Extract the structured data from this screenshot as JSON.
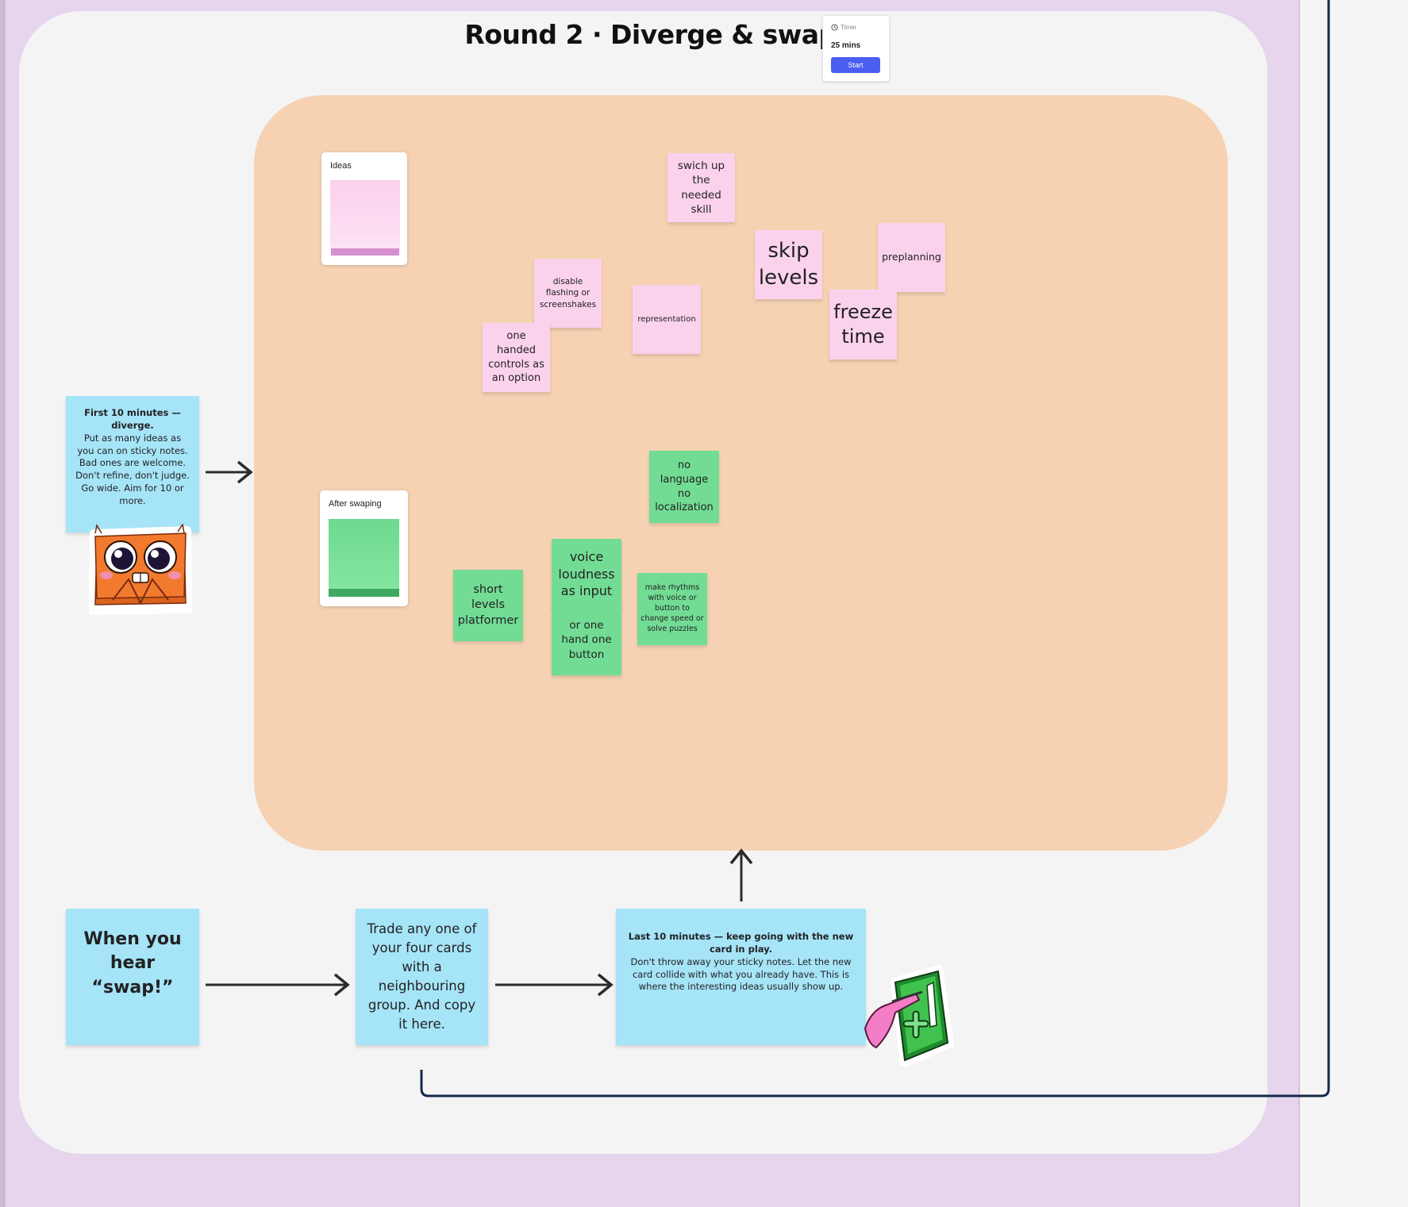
{
  "board": {
    "title": "Round 2 · Diverge & swap"
  },
  "timer": {
    "label": "Timer",
    "duration": "25 mins",
    "start_label": "Start",
    "icon": "clock-icon",
    "button_color": "#4a5ef0"
  },
  "legend": {
    "ideas_label": "Ideas",
    "ideas_color": "#fbd2ec",
    "after_label": "After swaping",
    "after_color": "#72dc95"
  },
  "idea_notes": [
    "swich up the needed skill",
    "skip levels",
    "preplanning",
    "disable flashing or screenshakes",
    "representation",
    "freeze time",
    "one handed controls as an option"
  ],
  "swap_notes": [
    "no language no localization",
    "voice loudness as input",
    "or one hand one button",
    "short levels platformer",
    "make rhythms with voice or button to change speed or solve puzzles"
  ],
  "instructions": {
    "diverge_title": "First 10 minutes — diverge.",
    "diverge_body": "Put as many ideas as you can on sticky notes. Bad ones are welcome. Don't refine, don't judge. Go wide. Aim for 10 or more.",
    "swap_cue": "When you hear “swap!”",
    "trade": "Trade any one of your four cards with a neighbouring group. And copy it here.",
    "last_title": "Last 10 minutes — keep going with the new card in play.",
    "last_body": "Don't throw away your sticky notes. Let the new card collide with what you already have. This is where the interesting ideas usually show up."
  },
  "stickers": [
    "monster-sticker",
    "plus-one-sticker"
  ],
  "colors": {
    "purple_band": "#e6d5ec",
    "frame": "#f4f4f4",
    "peach_area": "#f6d2b3",
    "instruction_note": "#a6e4f8",
    "connector": "#13294b"
  }
}
